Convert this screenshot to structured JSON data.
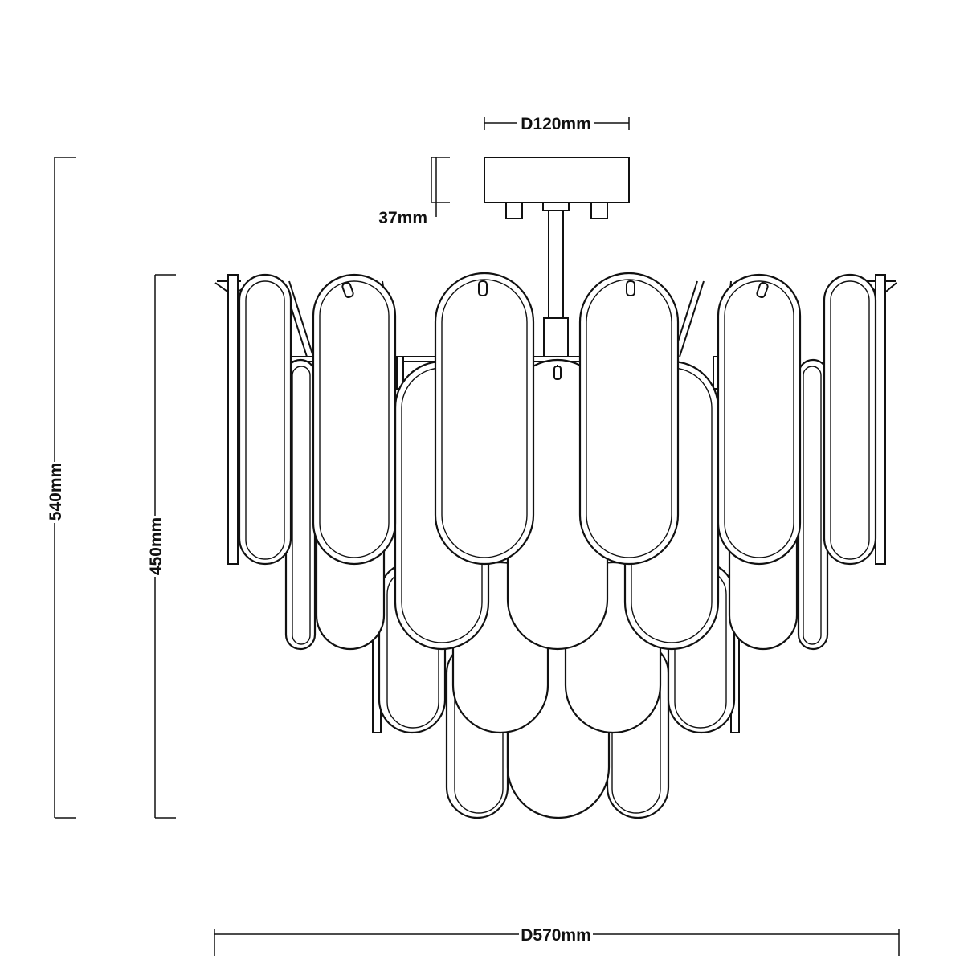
{
  "dimensions": {
    "canopy_diameter": "D120mm",
    "canopy_height": "37mm",
    "total_height": "540mm",
    "body_height": "450mm",
    "overall_diameter": "D570mm"
  },
  "colors": {
    "line": "#111111",
    "background": "#ffffff"
  }
}
